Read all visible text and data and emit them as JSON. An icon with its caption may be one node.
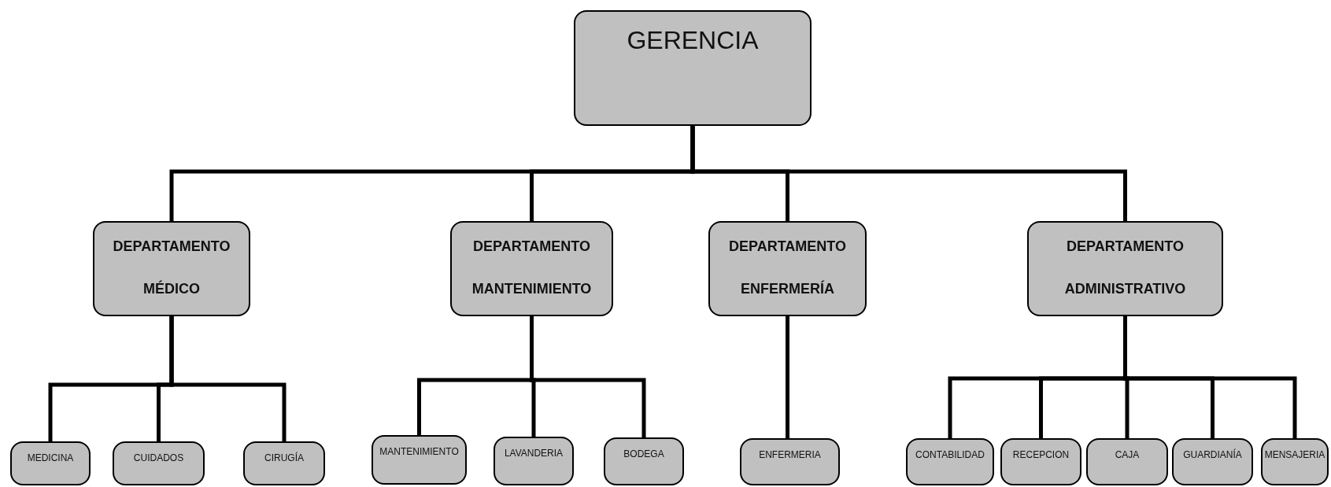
{
  "diagram": {
    "nodes": [
      {
        "text": [
          "GERENCIA"
        ]
      },
      {
        "text": [
          "DEPARTAMENTO MÉDICO"
        ]
      },
      {
        "text": [
          "DEPARTAMENTO MANTENIMIENTO"
        ]
      },
      {
        "text": [
          "DEPARTAMENTO ENFERMERÍA"
        ]
      },
      {
        "text": [
          "DEPARTAMENTO ADMINISTRATIVO"
        ]
      },
      {
        "text": [
          "MEDICINA"
        ]
      },
      {
        "text": [
          "CUIDADOS"
        ]
      },
      {
        "text": [
          "CIRUGÍA"
        ]
      },
      {
        "text": [
          "MANTENIMIENTO"
        ]
      },
      {
        "text": [
          "LAVANDERIA"
        ]
      },
      {
        "text": [
          "BODEGA"
        ]
      },
      {
        "text": [
          "ENFERMERIA"
        ]
      },
      {
        "text": [
          "CONTABILIDAD"
        ]
      },
      {
        "text": [
          "RECEPCION"
        ]
      },
      {
        "text": [
          "CAJA"
        ]
      },
      {
        "text": [
          "GUARDIANÍA"
        ]
      },
      {
        "text": [
          "MENSAJERIA"
        ]
      }
    ],
    "edges": [
      {
        "from": 0,
        "to": 1,
        "arrow": "none"
      },
      {
        "from": 0,
        "to": 2,
        "arrow": "none"
      },
      {
        "from": 0,
        "to": 3,
        "arrow": "none"
      },
      {
        "from": 0,
        "to": 4,
        "arrow": "none"
      },
      {
        "from": 1,
        "to": 5,
        "arrow": "none"
      },
      {
        "from": 1,
        "to": 6,
        "arrow": "none"
      },
      {
        "from": 1,
        "to": 7,
        "arrow": "none"
      },
      {
        "from": 2,
        "to": 8,
        "arrow": "none"
      },
      {
        "from": 2,
        "to": 9,
        "arrow": "none"
      },
      {
        "from": 2,
        "to": 10,
        "arrow": "none"
      },
      {
        "from": 3,
        "to": 11,
        "arrow": "none"
      },
      {
        "from": 4,
        "to": 12,
        "arrow": "none"
      },
      {
        "from": 4,
        "to": 13,
        "arrow": "none"
      },
      {
        "from": 4,
        "to": 14,
        "arrow": "none"
      },
      {
        "from": 4,
        "to": 15,
        "arrow": "none"
      },
      {
        "from": 4,
        "to": 16,
        "arrow": "none"
      }
    ]
  }
}
